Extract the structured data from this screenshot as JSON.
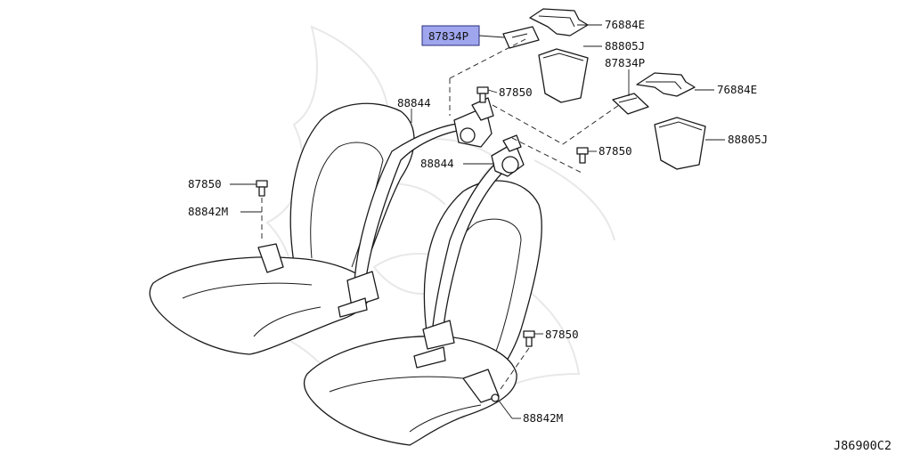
{
  "diagram": {
    "code": "J86900C2",
    "callouts": [
      {
        "id": "c1",
        "text": "87834P",
        "highlighted": true
      },
      {
        "id": "c2",
        "text": "76884E"
      },
      {
        "id": "c3",
        "text": "88805J"
      },
      {
        "id": "c4",
        "text": "87834P"
      },
      {
        "id": "c5",
        "text": "87850"
      },
      {
        "id": "c6",
        "text": "76884E"
      },
      {
        "id": "c7",
        "text": "88844"
      },
      {
        "id": "c8",
        "text": "88805J"
      },
      {
        "id": "c9",
        "text": "88844"
      },
      {
        "id": "c10",
        "text": "87850"
      },
      {
        "id": "c11",
        "text": "87850"
      },
      {
        "id": "c12",
        "text": "88842M"
      },
      {
        "id": "c13",
        "text": "87850"
      },
      {
        "id": "c14",
        "text": "88842M"
      }
    ],
    "highlight_color": "#9fa6ee"
  }
}
